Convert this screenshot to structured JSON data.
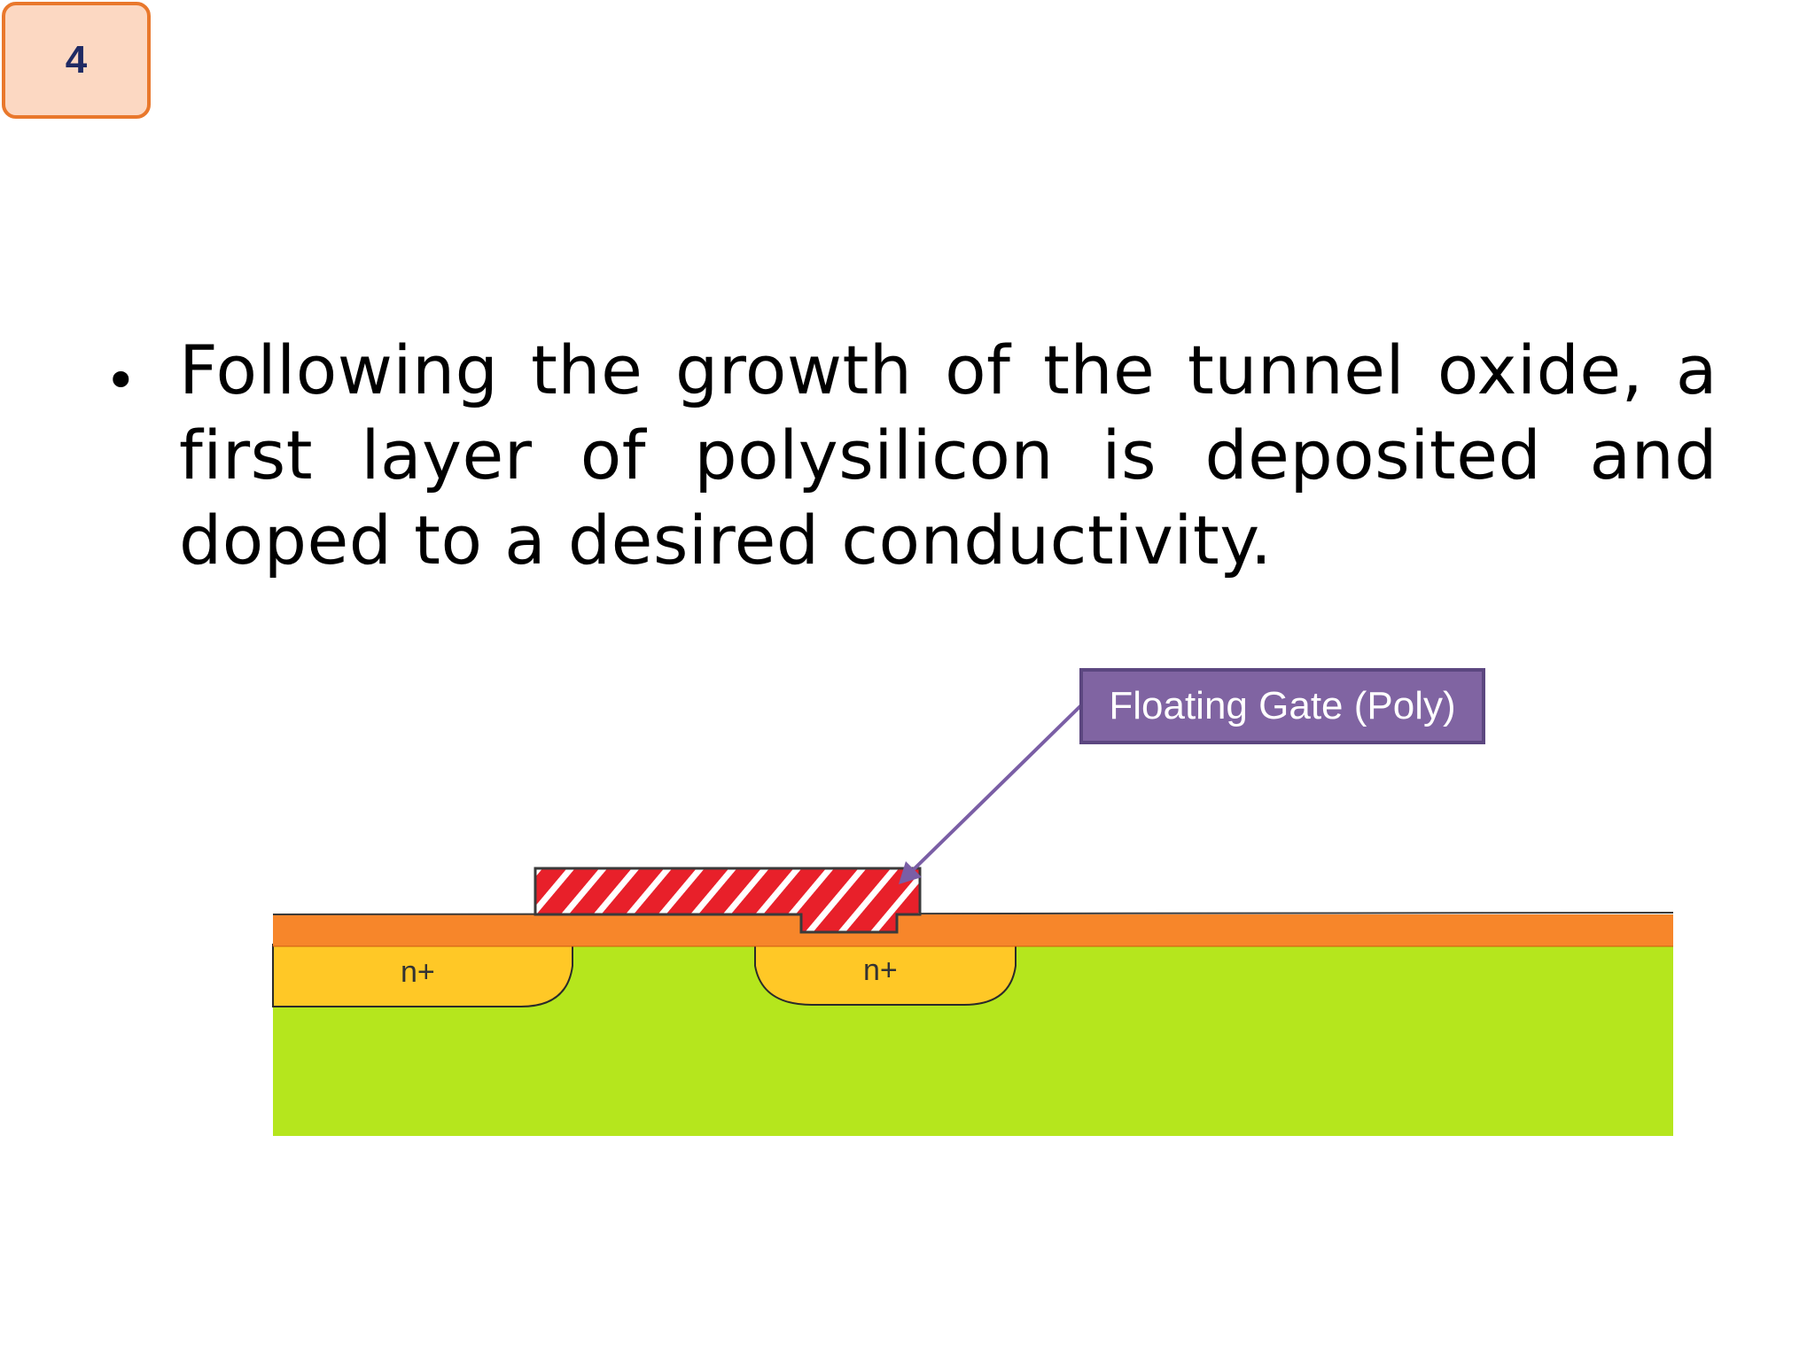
{
  "slide": {
    "number": "4"
  },
  "bullet": {
    "text": "Following the growth of the tunnel oxide, a first layer of polysilicon is deposited and doped to a desired conductivity."
  },
  "diagram": {
    "callout_label": "Floating Gate (Poly)",
    "region_labels": {
      "left_diffusion": "n+",
      "right_diffusion": "n+"
    },
    "colors": {
      "substrate": "#b5e61d",
      "oxide": "#f7862a",
      "n_plus": "#ffc826",
      "poly": "#e8202a",
      "callout": "#8064a2",
      "arrow": "#7a5ea5"
    }
  }
}
